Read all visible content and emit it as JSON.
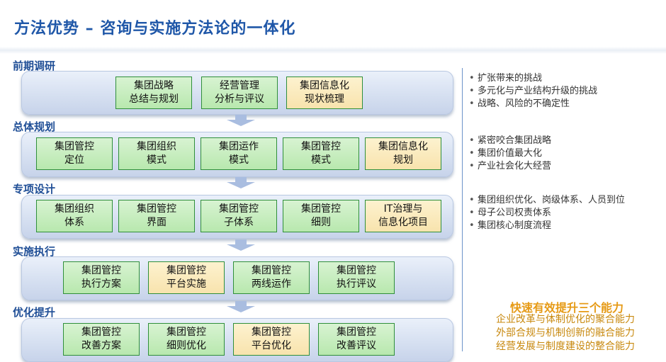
{
  "title": "方法优势 – 咨询与实施方法论的一体化",
  "stages": [
    {
      "label": "前期调研",
      "boxes": [
        {
          "text": "集团战略\n总结与规划",
          "color": "green"
        },
        {
          "text": "经营管理\n分析与评议",
          "color": "green"
        },
        {
          "text": "集团信息化\n现状梳理",
          "color": "tan"
        }
      ],
      "notes": [
        "扩张带来的挑战",
        "多元化与产业结构升级的挑战",
        "战略、风险的不确定性"
      ]
    },
    {
      "label": "总体规划",
      "boxes": [
        {
          "text": "集团管控\n定位",
          "color": "green"
        },
        {
          "text": "集团组织\n模式",
          "color": "green"
        },
        {
          "text": "集团运作\n模式",
          "color": "green"
        },
        {
          "text": "集团管控\n模式",
          "color": "green"
        },
        {
          "text": "集团信息化\n规划",
          "color": "tan"
        }
      ],
      "notes": [
        "紧密咬合集团战略",
        "集团价值最大化",
        "产业社会化大经营"
      ]
    },
    {
      "label": "专项设计",
      "boxes": [
        {
          "text": "集团组织\n体系",
          "color": "green"
        },
        {
          "text": "集团管控\n界面",
          "color": "green"
        },
        {
          "text": "集团管控\n子体系",
          "color": "green"
        },
        {
          "text": "集团管控\n细则",
          "color": "green"
        },
        {
          "text": "IT治理与\n信息化项目",
          "color": "tan"
        }
      ],
      "notes": [
        "集团组织优化、岗级体系、人员到位",
        "母子公司权责体系",
        "集团核心制度流程"
      ]
    },
    {
      "label": "实施执行",
      "boxes": [
        {
          "text": "集团管控\n执行方案",
          "color": "green"
        },
        {
          "text": "集团管控\n平台实施",
          "color": "tan"
        },
        {
          "text": "集团管控\n两线运作",
          "color": "green"
        },
        {
          "text": "集团管控\n执行评议",
          "color": "green"
        }
      ],
      "notes": []
    },
    {
      "label": "优化提升",
      "boxes": [
        {
          "text": "集团管控\n改善方案",
          "color": "green"
        },
        {
          "text": "集团管控\n细则优化",
          "color": "green"
        },
        {
          "text": "集团管控\n平台优化",
          "color": "tan"
        },
        {
          "text": "集团管控\n改善评议",
          "color": "green"
        }
      ],
      "notes": []
    }
  ],
  "capabilities": {
    "title": "快速有效提升三个能力",
    "lines": [
      "企业改革与体制优化的聚合能力",
      "外部合规与机制创新的融合能力",
      "经营发展与制度建设的整合能力"
    ]
  },
  "colors": {
    "title": "#1f57a8",
    "stage_label": "#1f4e96",
    "box_green": "#c8eec0",
    "box_tan": "#faeabd",
    "box_border": "#2f8f3a",
    "band": "#d6e0f1",
    "capability_title": "#e69a15",
    "capability_text": "#c8890f"
  }
}
